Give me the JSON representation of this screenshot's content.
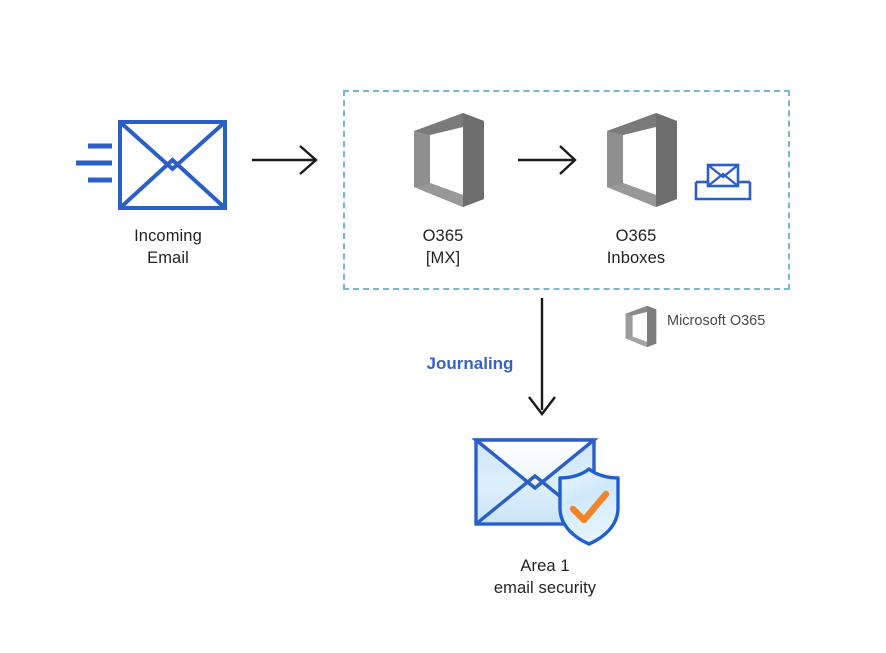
{
  "diagram": {
    "title": "Area 1 email security journaling flow for Microsoft O365",
    "background_color": "#ffffff",
    "colors": {
      "envelope_blue": "#2b5fc8",
      "motion_line_blue": "#2b5fc8",
      "office_gray": "#7a7a7a",
      "office_gray_light": "#9a9a9a",
      "dashed_border_teal": "#74b9cf",
      "journaling_blue": "#3b60c4",
      "arrow_black": "#1a1a1a",
      "label_text": "#231f20",
      "legend_text": "#4a4a4a",
      "shield_check_orange": "#f0862a",
      "envelope_fill_light": "#d8ecfa",
      "shield_fill_light": "#cfe9fb"
    },
    "nodes": [
      {
        "id": "incoming-email",
        "icon": "envelope-icon",
        "label_line1": "Incoming",
        "label_line2": "Email"
      },
      {
        "id": "o365-mx",
        "icon": "office-365-icon",
        "label_line1": "O365",
        "label_line2": "[MX]"
      },
      {
        "id": "o365-inboxes",
        "icon": "office-365-icon",
        "secondary_icon": "inbox-tray-icon",
        "label_line1": "O365",
        "label_line2": "Inboxes"
      },
      {
        "id": "area1-email-security",
        "icon": "shielded-envelope-icon",
        "label_line1": "Area 1",
        "label_line2": "email security"
      }
    ],
    "connectors": [
      {
        "id": "incoming-to-mx",
        "direction": "right",
        "label": ""
      },
      {
        "id": "mx-to-inboxes",
        "direction": "right",
        "label": ""
      },
      {
        "id": "inboxes-to-area1",
        "direction": "down",
        "label": "Journaling"
      }
    ],
    "region": {
      "id": "microsoft-o365-region",
      "style": "dashed",
      "label": ""
    },
    "legend": {
      "icon": "office-365-icon",
      "label": "Microsoft O365"
    }
  }
}
